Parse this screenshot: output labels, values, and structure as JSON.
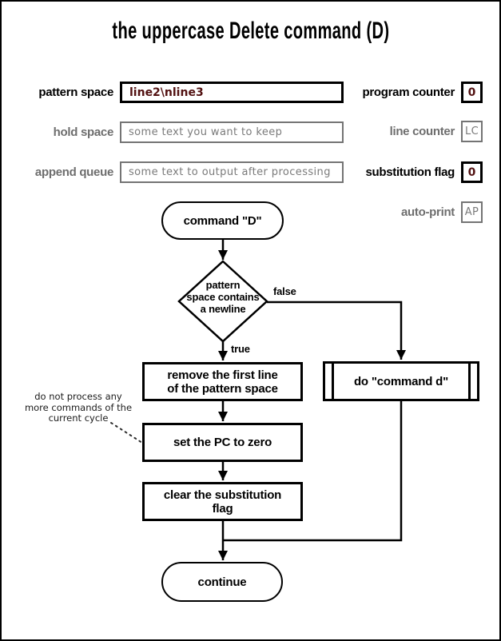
{
  "title": "the uppercase Delete command (D)",
  "colors": {
    "accent_value": "#521111",
    "muted_text": "#7a7a7a",
    "muted_label": "#6e6e6e",
    "muted_border": "#747474",
    "line": "#000000",
    "background": "#ffffff"
  },
  "registers": {
    "pattern_space": {
      "label": "pattern space",
      "value": "line2\\nline3"
    },
    "hold_space": {
      "label": "hold space",
      "value": "some text you want to keep"
    },
    "append_queue": {
      "label": "append queue",
      "value": "some text to output after processing"
    },
    "program_counter": {
      "label": "program counter",
      "value": "0"
    },
    "line_counter": {
      "label": "line counter",
      "value": "LC"
    },
    "substitution_flag": {
      "label": "substitution flag",
      "value": "0"
    },
    "auto_print": {
      "label": "auto-print",
      "value": "AP"
    }
  },
  "flowchart": {
    "start_label": "command \"D\"",
    "decision_lines": [
      "pattern",
      "space contains",
      "a newline"
    ],
    "branch_false": "false",
    "branch_true": "true",
    "remove_lines": [
      "remove the first line",
      "of the pattern space"
    ],
    "set_pc_label": "set the PC to zero",
    "clear_lines": [
      "clear the substitution",
      "flag"
    ],
    "do_d_label": "do \"command d\"",
    "end_label": "continue",
    "annotation_lines": [
      "do not process any",
      "more commands of the",
      "current cycle"
    ]
  }
}
